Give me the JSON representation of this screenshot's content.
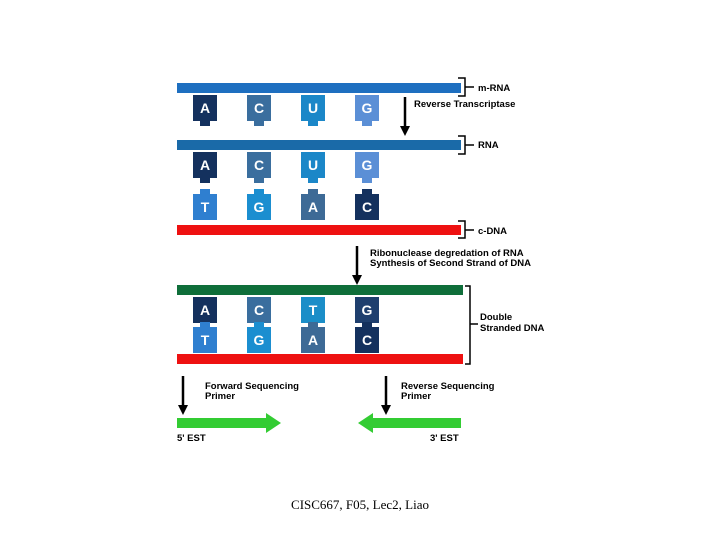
{
  "labels": {
    "mrna": "m-RNA",
    "reverse_transcriptase": "Reverse Transcriptase",
    "rna": "RNA",
    "cdna": "c-DNA",
    "rnase_line1": "Ribonuclease degredation of RNA",
    "rnase_line2": "Synthesis of Second Strand of DNA",
    "double_line1": "Double",
    "double_line2": "Stranded DNA",
    "fwd_line1": "Forward Sequencing",
    "fwd_line2": "Primer",
    "rev_line1": "Reverse Sequencing",
    "rev_line2": "Primer",
    "est5": "5' EST",
    "est3": "3' EST"
  },
  "bases": {
    "row1": [
      "A",
      "C",
      "U",
      "G"
    ],
    "row2": [
      "A",
      "C",
      "U",
      "G"
    ],
    "row3": [
      "T",
      "G",
      "A",
      "C"
    ],
    "row4": [
      "A",
      "C",
      "T",
      "G"
    ],
    "row5": [
      "T",
      "G",
      "A",
      "C"
    ]
  },
  "footer": "CISC667, F05, Lec2, Liao",
  "colors": {
    "mrna_strand": "#1e6fc0",
    "rna_strand": "#1a6aa8",
    "cdna_strand": "#ee1111",
    "second_strand": "#0f6e3a",
    "primer": "#33cc33",
    "base_A": "#14315e",
    "base_C": "#3a6e9e",
    "base_U": "#1b87c8",
    "base_G": "#5b8fd6",
    "base_T": "#2f7fd0",
    "base_G2": "#1b8ed0",
    "base_A2": "#3d6a96",
    "base_C2": "#14315e",
    "base_T2": "#1b8ec8",
    "base_G3": "#1f3f6e"
  }
}
